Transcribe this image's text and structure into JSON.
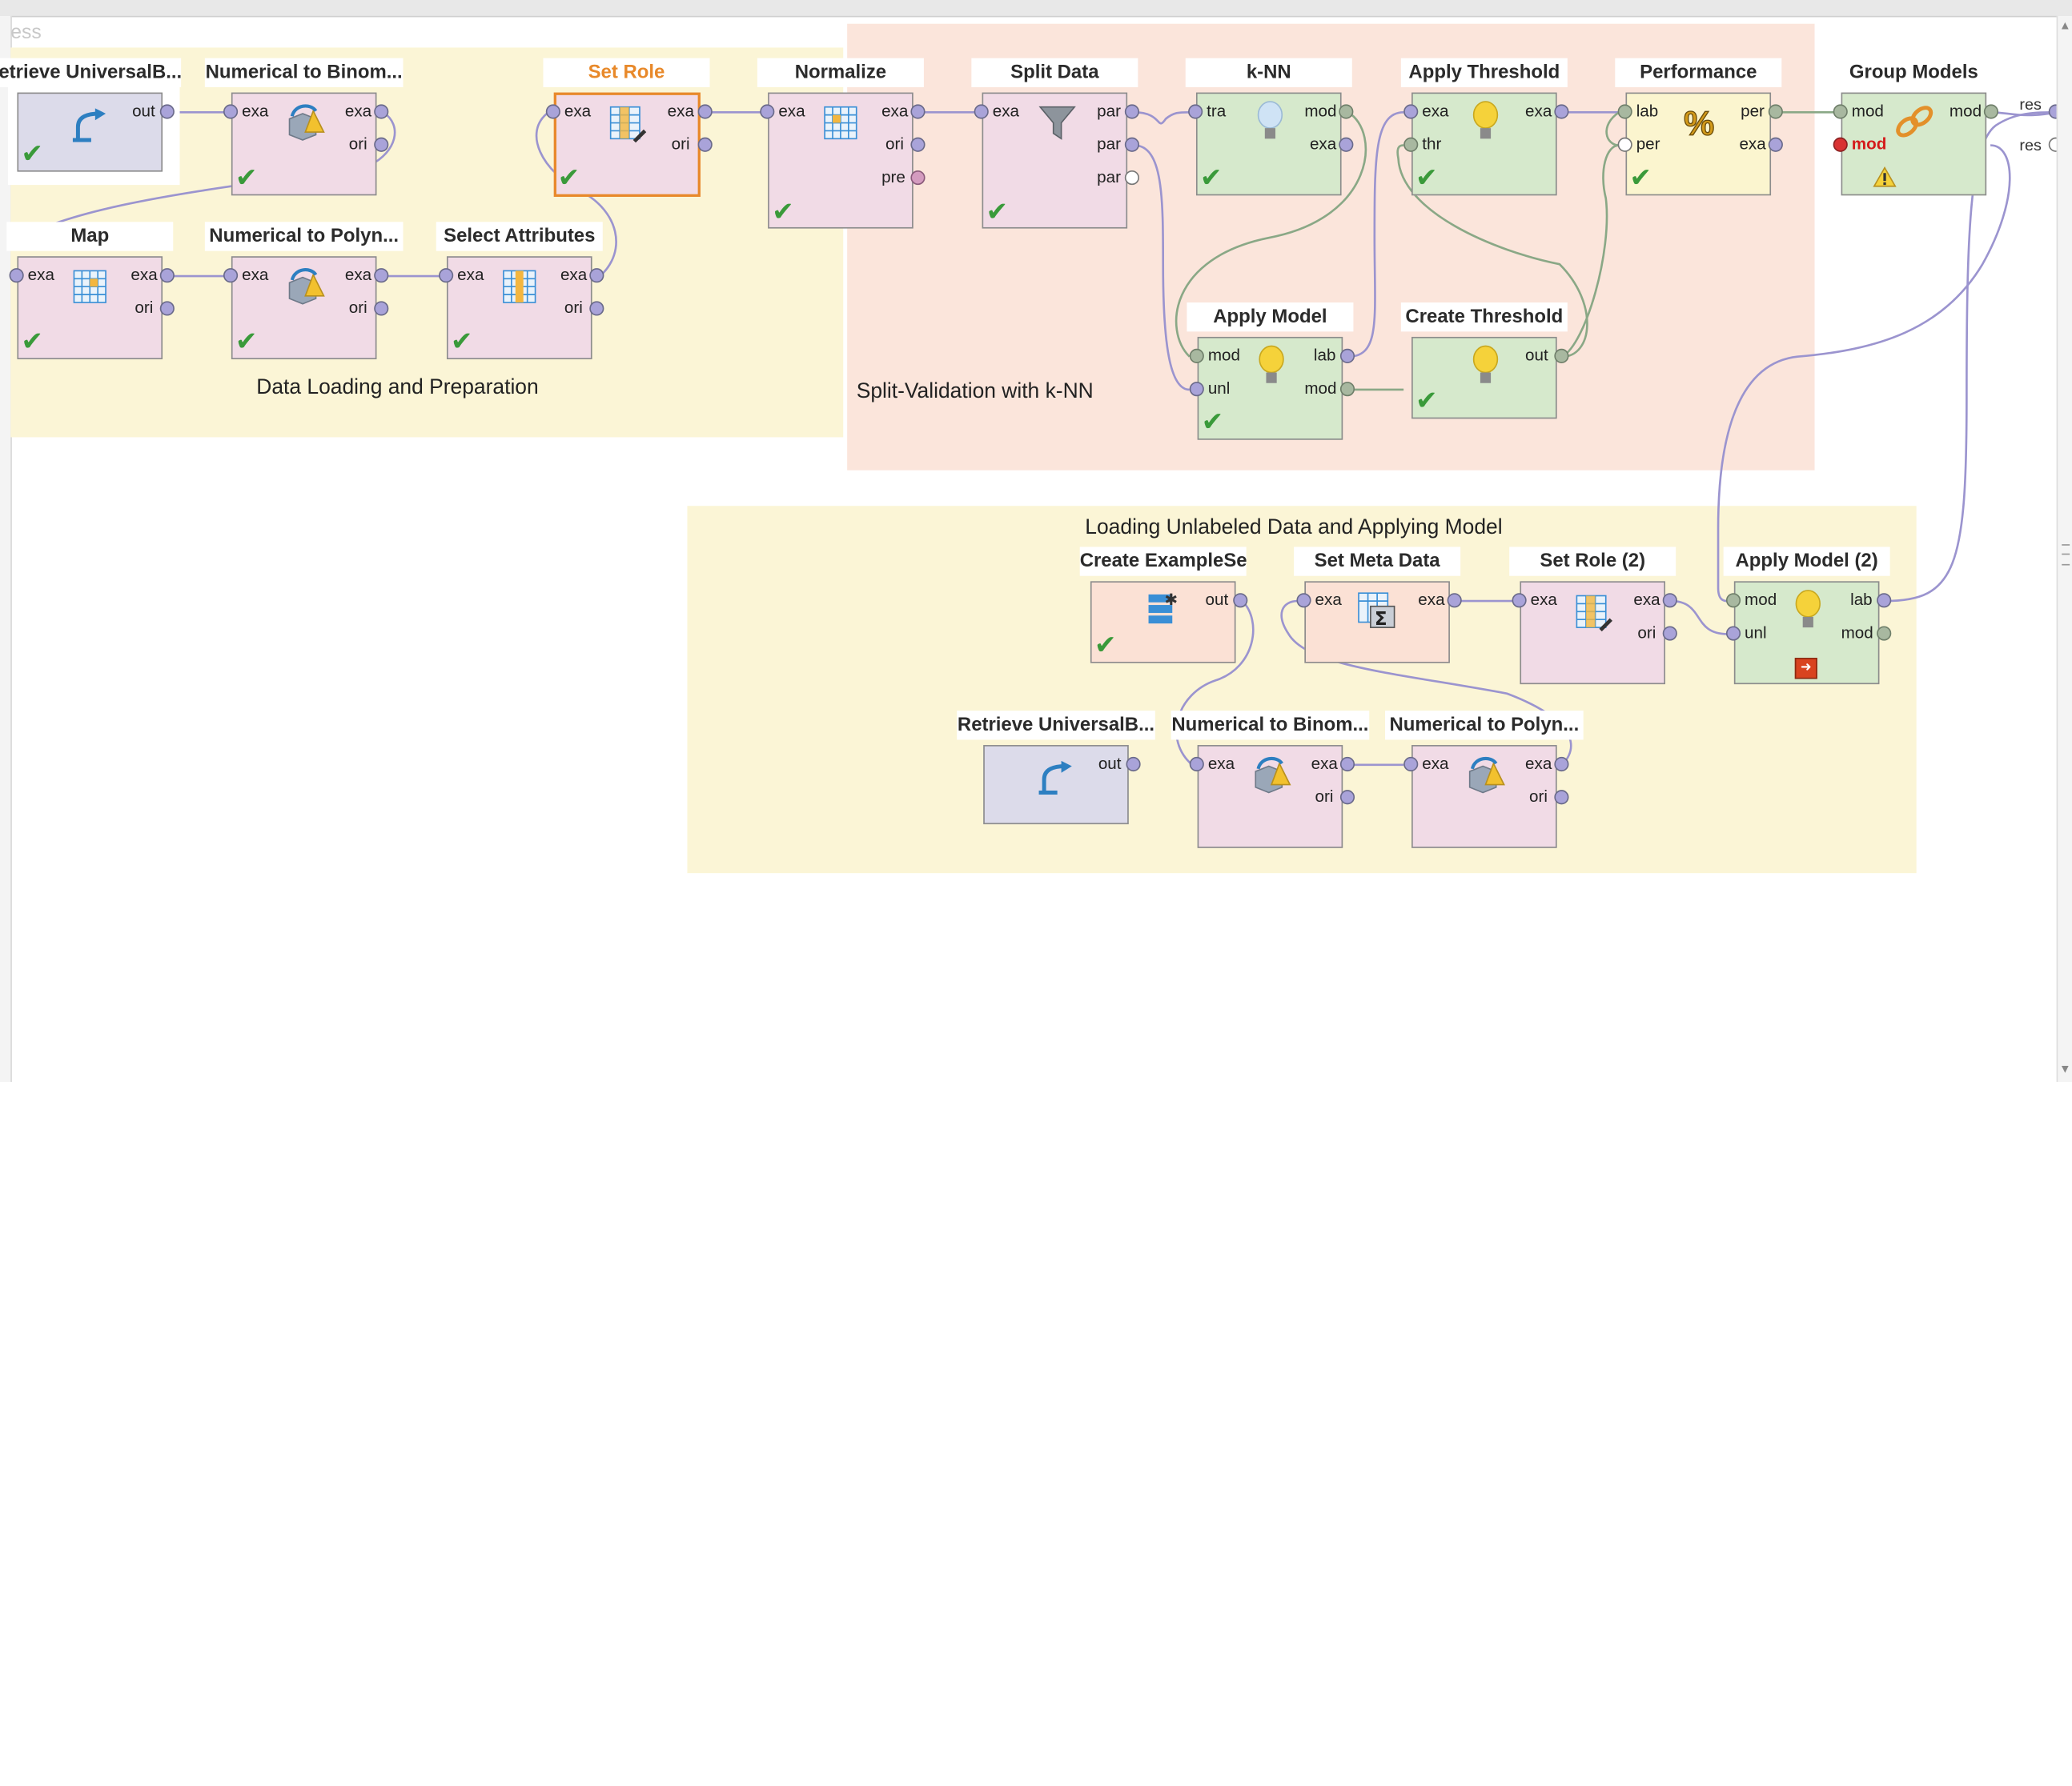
{
  "canvas": {
    "process_label": "ess",
    "result_ports": [
      "res",
      "res"
    ]
  },
  "areas": {
    "prep": "Data Loading and Preparation",
    "validation": "Split-Validation with k-NN",
    "apply": "Loading Unlabeled Data and Applying Model"
  },
  "ops": {
    "retrieve1": {
      "title": "etrieve UniversalB...",
      "ports": {
        "out": "out"
      }
    },
    "numbin1": {
      "title": "Numerical to Binom...",
      "ports": {
        "in": "exa",
        "out1": "exa",
        "out2": "ori"
      }
    },
    "setrole": {
      "title": "Set Role",
      "ports": {
        "in": "exa",
        "out1": "exa",
        "out2": "ori"
      }
    },
    "normalize": {
      "title": "Normalize",
      "ports": {
        "in": "exa",
        "out1": "exa",
        "out2": "ori",
        "out3": "pre"
      }
    },
    "split": {
      "title": "Split Data",
      "ports": {
        "in": "exa",
        "out1": "par",
        "out2": "par",
        "out3": "par"
      }
    },
    "knn": {
      "title": "k-NN",
      "ports": {
        "in": "tra",
        "out1": "mod",
        "out2": "exa"
      }
    },
    "applythr": {
      "title": "Apply Threshold",
      "ports": {
        "in1": "exa",
        "in2": "thr",
        "out": "exa"
      }
    },
    "perf": {
      "title": "Performance",
      "ports": {
        "in1": "lab",
        "in2": "per",
        "out1": "per",
        "out2": "exa"
      }
    },
    "group": {
      "title": "Group Models",
      "ports": {
        "in1": "mod",
        "in2": "mod",
        "out": "mod"
      }
    },
    "map": {
      "title": "Map",
      "ports": {
        "in": "exa",
        "out1": "exa",
        "out2": "ori"
      }
    },
    "numpoly1": {
      "title": "Numerical to Polyn...",
      "ports": {
        "in": "exa",
        "out1": "exa",
        "out2": "ori"
      }
    },
    "selattr": {
      "title": "Select Attributes",
      "ports": {
        "in": "exa",
        "out1": "exa",
        "out2": "ori"
      }
    },
    "applymodel": {
      "title": "Apply Model",
      "ports": {
        "in1": "mod",
        "in2": "unl",
        "out1": "lab",
        "out2": "mod"
      }
    },
    "createthr": {
      "title": "Create Threshold",
      "ports": {
        "out": "out"
      }
    },
    "createex": {
      "title": "Create ExampleSet",
      "ports": {
        "out": "out"
      }
    },
    "setmeta": {
      "title": "Set Meta Data",
      "ports": {
        "in": "exa",
        "out": "exa"
      }
    },
    "setrole2": {
      "title": "Set Role (2)",
      "ports": {
        "in": "exa",
        "out1": "exa",
        "out2": "ori"
      }
    },
    "applymodel2": {
      "title": "Apply Model (2)",
      "ports": {
        "in1": "mod",
        "in2": "unl",
        "out1": "lab",
        "out2": "mod"
      }
    },
    "retrieve2": {
      "title": "Retrieve UniversalB...",
      "ports": {
        "out": "out"
      }
    },
    "numbin2": {
      "title": "Numerical to Binom...",
      "ports": {
        "in": "exa",
        "out1": "exa",
        "out2": "ori"
      }
    },
    "numpoly2": {
      "title": "Numerical to Polyn...",
      "ports": {
        "in": "exa",
        "out1": "exa",
        "out2": "ori"
      }
    }
  },
  "colors": {
    "prep_area": "#fbf5d6",
    "validation_area": "#fbe5db",
    "op_retrieve": "#dcdbea",
    "op_transform": "#f1dbe6",
    "op_model": "#d6e9cc",
    "op_perf": "#fbf5cf",
    "op_create": "#fbe1d5",
    "selected": "#e8892a",
    "wire_purple": "#9b94cf",
    "wire_green": "#8aa886",
    "check": "#3a9a3a"
  }
}
